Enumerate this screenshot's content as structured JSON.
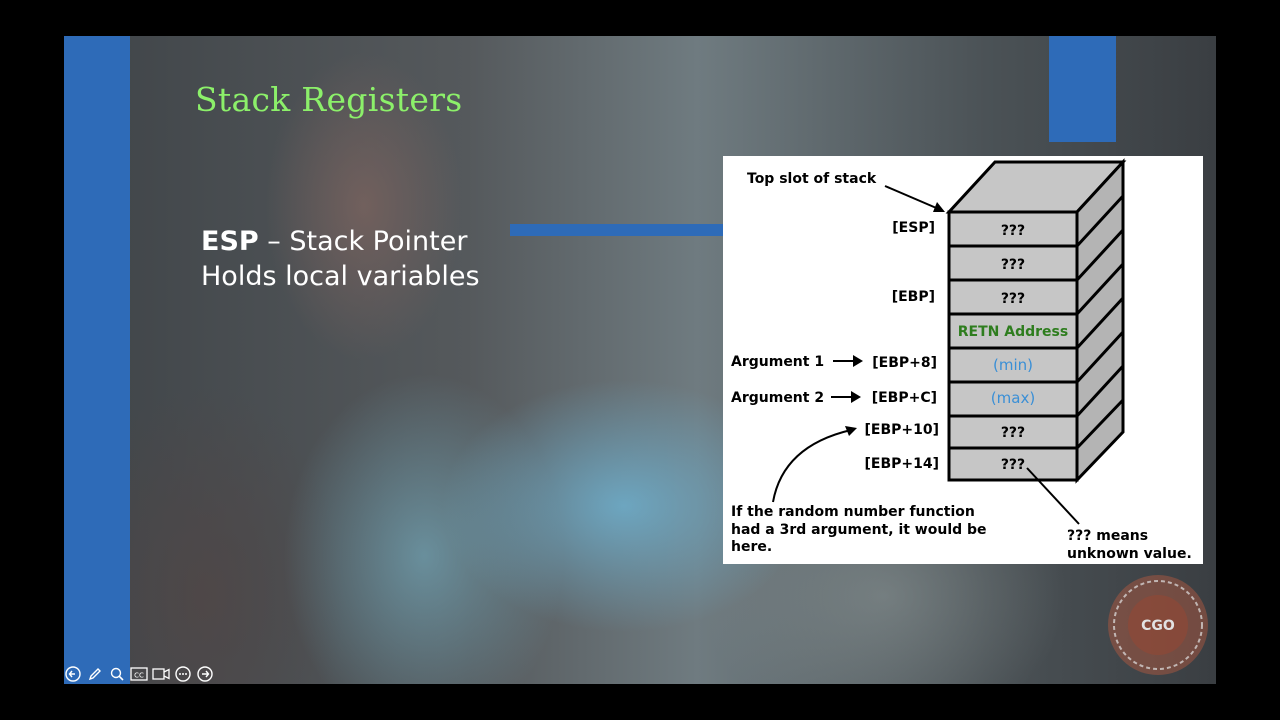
{
  "slide": {
    "title": "Stack Registers",
    "esp_term": "ESP",
    "esp_desc": " – Stack Pointer",
    "esp_line2": "Holds local variables"
  },
  "diagram": {
    "top_label": "Top slot of stack",
    "register_labels": [
      "[ESP]",
      "[EBP]",
      "[EBP+8]",
      "[EBP+C]",
      "[EBP+10]",
      "[EBP+14]"
    ],
    "argument_labels": [
      "Argument 1",
      "Argument 2"
    ],
    "slots": [
      "???",
      "???",
      "???",
      "RETN Address",
      "(min)",
      "(max)",
      "???",
      "???"
    ],
    "note_third_arg": [
      "If the random number function",
      "had a 3rd argument, it would be",
      "here."
    ],
    "note_unknown": [
      "??? means",
      "unknown value."
    ],
    "colors": {
      "retn": "#2e7d1e",
      "arg": "#3a8fd6",
      "slot_fill": "#c6c6c6"
    }
  },
  "toolbar": {
    "icons": [
      "back-icon",
      "pen-icon",
      "zoom-icon",
      "captions-icon",
      "video-icon",
      "more-icon",
      "forward-icon"
    ],
    "cc_label": "CC"
  },
  "logo": {
    "text": "CGO"
  }
}
